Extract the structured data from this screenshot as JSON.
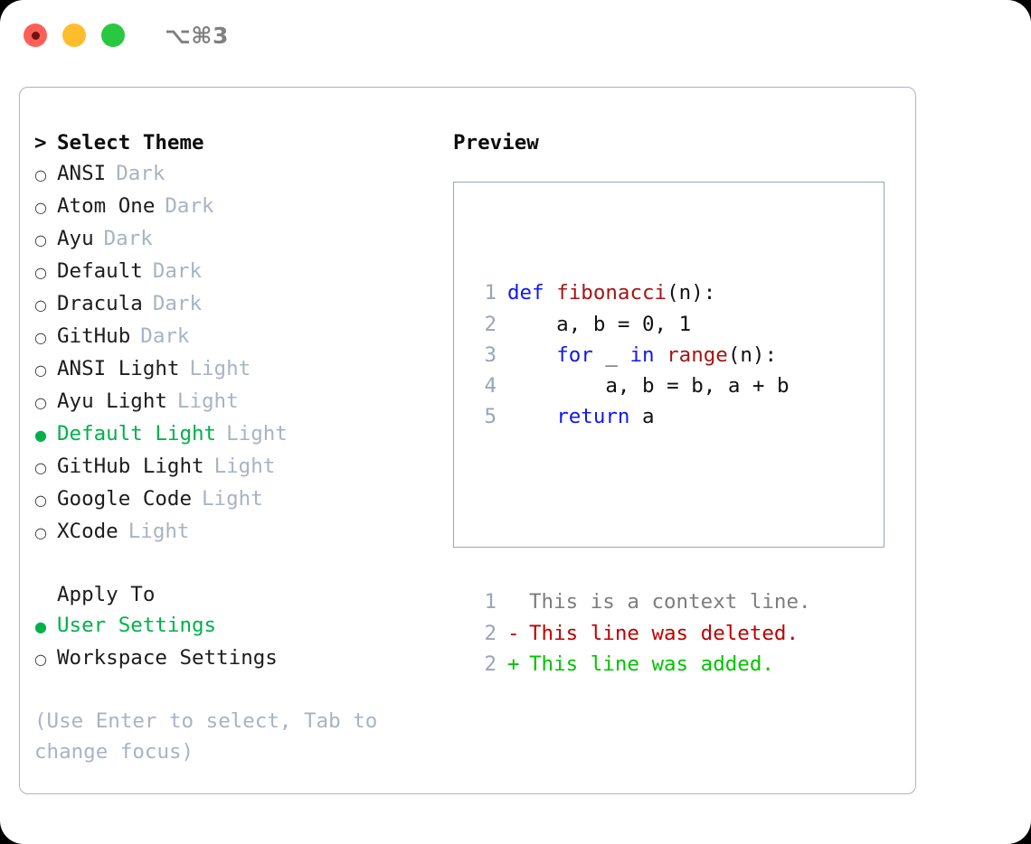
{
  "window": {
    "title": "⌥⌘3",
    "traffic_lights": [
      "close-red",
      "minimize-yellow",
      "zoom-green"
    ]
  },
  "theme_selector": {
    "header": "Select Theme",
    "caret": ">",
    "marker_selected": "●",
    "marker_unselected": "○",
    "themes": [
      {
        "name": "ANSI",
        "variant": "Dark",
        "selected": false
      },
      {
        "name": "Atom One",
        "variant": "Dark",
        "selected": false
      },
      {
        "name": "Ayu",
        "variant": "Dark",
        "selected": false
      },
      {
        "name": "Default",
        "variant": "Dark",
        "selected": false
      },
      {
        "name": "Dracula",
        "variant": "Dark",
        "selected": false
      },
      {
        "name": "GitHub",
        "variant": "Dark",
        "selected": false
      },
      {
        "name": "ANSI Light",
        "variant": "Light",
        "selected": false
      },
      {
        "name": "Ayu Light",
        "variant": "Light",
        "selected": false
      },
      {
        "name": "Default Light",
        "variant": "Light",
        "selected": true
      },
      {
        "name": "GitHub Light",
        "variant": "Light",
        "selected": false
      },
      {
        "name": "Google Code",
        "variant": "Light",
        "selected": false
      },
      {
        "name": "XCode",
        "variant": "Light",
        "selected": false
      }
    ]
  },
  "apply_to": {
    "header": "Apply To",
    "options": [
      {
        "label": "User Settings",
        "selected": true
      },
      {
        "label": "Workspace Settings",
        "selected": false
      }
    ]
  },
  "hint": "(Use Enter to select, Tab to change focus)",
  "preview": {
    "header": "Preview",
    "code_lines": [
      {
        "num": "1",
        "tokens": [
          {
            "t": "def ",
            "c": "kw"
          },
          {
            "t": "fibonacci",
            "c": "fn"
          },
          {
            "t": "(n):",
            "c": "plain"
          }
        ]
      },
      {
        "num": "2",
        "tokens": [
          {
            "t": "    a, b = 0, 1",
            "c": "plain"
          }
        ]
      },
      {
        "num": "3",
        "tokens": [
          {
            "t": "    ",
            "c": "plain"
          },
          {
            "t": "for",
            "c": "kw"
          },
          {
            "t": " _ ",
            "c": "plain"
          },
          {
            "t": "in",
            "c": "kw"
          },
          {
            "t": " ",
            "c": "plain"
          },
          {
            "t": "range",
            "c": "fn"
          },
          {
            "t": "(n):",
            "c": "plain"
          }
        ]
      },
      {
        "num": "4",
        "tokens": [
          {
            "t": "        a, b = b, a + b",
            "c": "plain"
          }
        ]
      },
      {
        "num": "5",
        "tokens": [
          {
            "t": "    ",
            "c": "plain"
          },
          {
            "t": "return",
            "c": "kw"
          },
          {
            "t": " a",
            "c": "plain"
          }
        ]
      }
    ],
    "diff_lines": [
      {
        "num": "1",
        "sign": " ",
        "text": "This is a context line.",
        "kind": "diff-ctx"
      },
      {
        "num": "2",
        "sign": "-",
        "text": "This line was deleted.",
        "kind": "diff-del"
      },
      {
        "num": "2",
        "sign": "+",
        "text": "This line was added.",
        "kind": "diff-add"
      }
    ]
  },
  "colors": {
    "accent_green": "#00b14a",
    "muted_gray": "#a9b3c2",
    "keyword_blue": "#1019ee",
    "function_red": "#a31515",
    "diff_added": "#00c400",
    "diff_deleted": "#c00000",
    "panel_border": "#aab4c4"
  }
}
